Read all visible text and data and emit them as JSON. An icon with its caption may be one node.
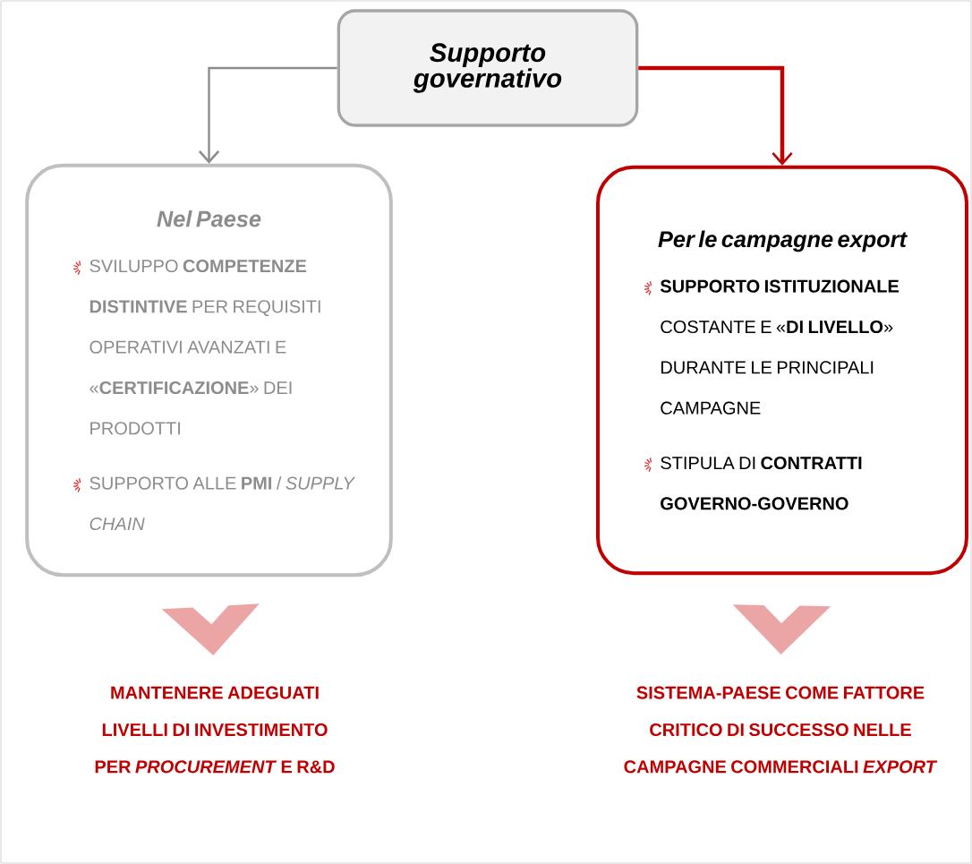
{
  "diagram": {
    "nodes": [
      {
        "text": [
          "Supporto governativo"
        ]
      },
      {
        "text": [
          "Nel Paese",
          "SVILUPPO **COMPETENZE DISTINTIVE** PER REQUISITI OPERATIVI AVANZATI E «**CERTIFICAZIONE**» DEI PRODOTTI",
          "SUPPORTO ALLE **PMI** / *SUPPLY CHAIN*"
        ]
      },
      {
        "text": [
          "Per le campagne export",
          "**SUPPORTO ISTITUZIONALE** COSTANTE E «**DI LIVELLO**» DURANTE LE PRINCIPALI CAMPAGNE",
          "STIPULA DI **CONTRATTI GOVERNO-GOVERNO**"
        ]
      },
      {
        "text": [
          "MANTENERE ADEGUATI LIVELLI DI INVESTIMENTO PER *PROCUREMENT* E R&D"
        ]
      },
      {
        "text": [
          "SISTEMA-PAESE COME FATTORE CRITICO DI SUCCESSO NELLE CAMPAGNE COMMERCIALI *EXPORT*"
        ]
      }
    ],
    "edges": [
      {
        "from": 0,
        "to": 1,
        "arrow": "to",
        "color": "#8c8c8c"
      },
      {
        "from": 0,
        "to": 2,
        "arrow": "to",
        "style": "thick",
        "color": "#c00000"
      },
      {
        "from": 1,
        "to": 3,
        "arrow": "to",
        "color": "#eba5a5"
      },
      {
        "from": 2,
        "to": 4,
        "arrow": "to",
        "color": "#eba5a5"
      }
    ]
  }
}
